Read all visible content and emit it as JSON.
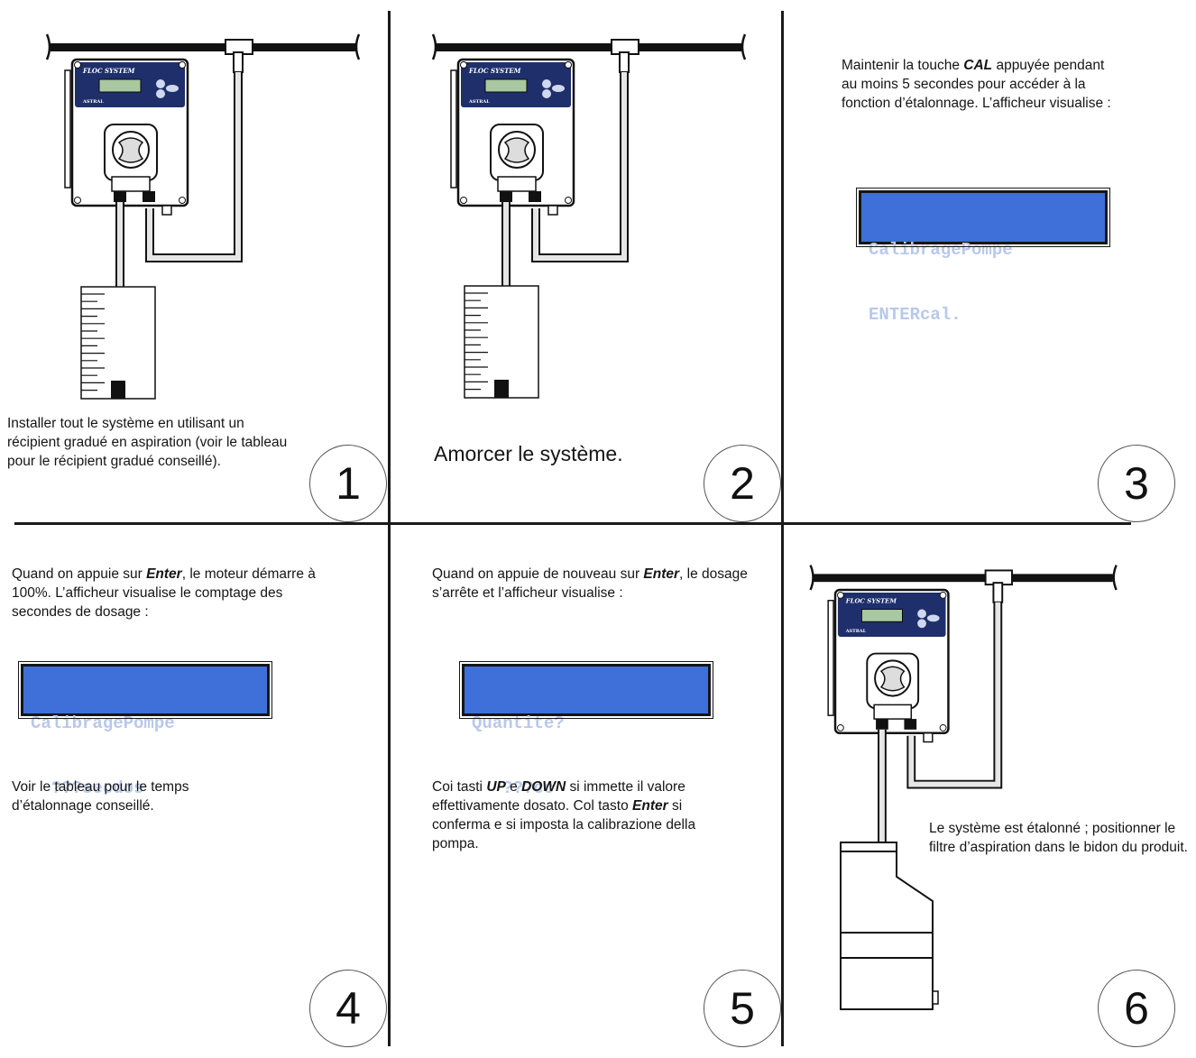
{
  "steps": [
    {
      "number": "1",
      "text": "Installer tout le système en utilisant un récipient gradué en aspiration (voir le tableau pour le récipient gradué conseillé)."
    },
    {
      "number": "2",
      "text": "Amorcer le système."
    },
    {
      "number": "3",
      "text_parts": [
        "Maintenir la touche ",
        "CAL",
        " appuyée pendant au moins 5 secondes pour accéder à la fonction d’étalonnage. L’afficheur visualise :"
      ],
      "lcd": [
        "CalibragePompe",
        "ENTERcal."
      ]
    },
    {
      "number": "4",
      "text_parts": [
        "Quand on appuie sur ",
        "Enter",
        ", le moteur démarre à 100%. L’afficheur visualise le comptage des secondes de dosage :"
      ],
      "lcd": [
        "CalibragePompe",
        "  ???secdos"
      ],
      "note": "Voir le tableau pour le temps d’étalonnage conseillé."
    },
    {
      "number": "5",
      "text_parts": [
        "Quand on appuie de nouveau sur ",
        "Enter",
        ", le dosage s’arrête et l’afficheur visualise :"
      ],
      "lcd": [
        "Quantite?",
        "   ???cc"
      ],
      "note_parts": [
        "Coi tasti ",
        "UP",
        " e ",
        "DOWN",
        " si immette il valore effettivamente dosato. Col tasto ",
        "Enter",
        " si conferma e si imposta la calibrazione della pompa."
      ]
    },
    {
      "number": "6",
      "text": "Le système est étalonné ; positionner le filtre d’aspiration dans le bidon du produit."
    }
  ],
  "device": {
    "label": "FLOC SYSTEM",
    "brand": "ASTRAL"
  },
  "colors": {
    "lcd": "#3f6fd8",
    "lcd_text": "#b9c8ea",
    "line": "#1a1a1a"
  }
}
